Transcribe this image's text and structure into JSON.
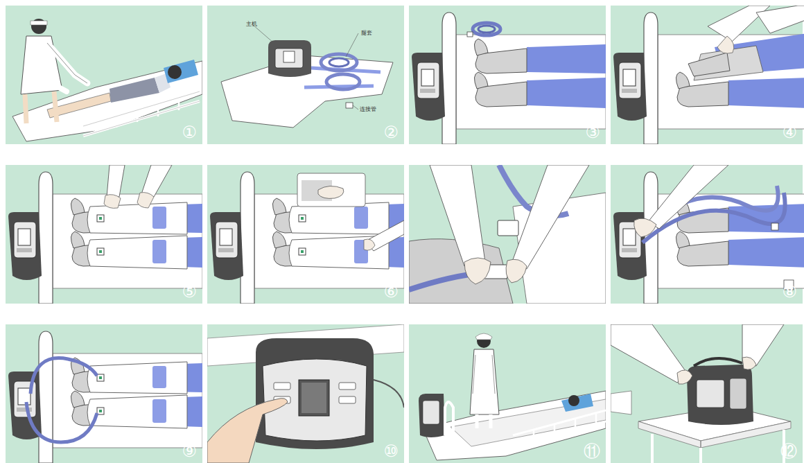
{
  "diagram": {
    "nodes": [
      {
        "text": [
          "①"
        ]
      },
      {
        "text": [
          "②"
        ]
      },
      {
        "text": [
          "③"
        ]
      },
      {
        "text": [
          "④"
        ]
      },
      {
        "text": [
          "⑤"
        ]
      },
      {
        "text": [
          "⑥"
        ]
      },
      {
        "text": [
          "⑦"
        ]
      },
      {
        "text": [
          "⑧"
        ]
      },
      {
        "text": [
          "⑨"
        ]
      },
      {
        "text": [
          "⑩"
        ]
      },
      {
        "text": [
          "⑪"
        ]
      },
      {
        "text": [
          "⑫"
        ]
      }
    ],
    "labels": [
      "主机",
      "腿套",
      "连接管"
    ]
  }
}
